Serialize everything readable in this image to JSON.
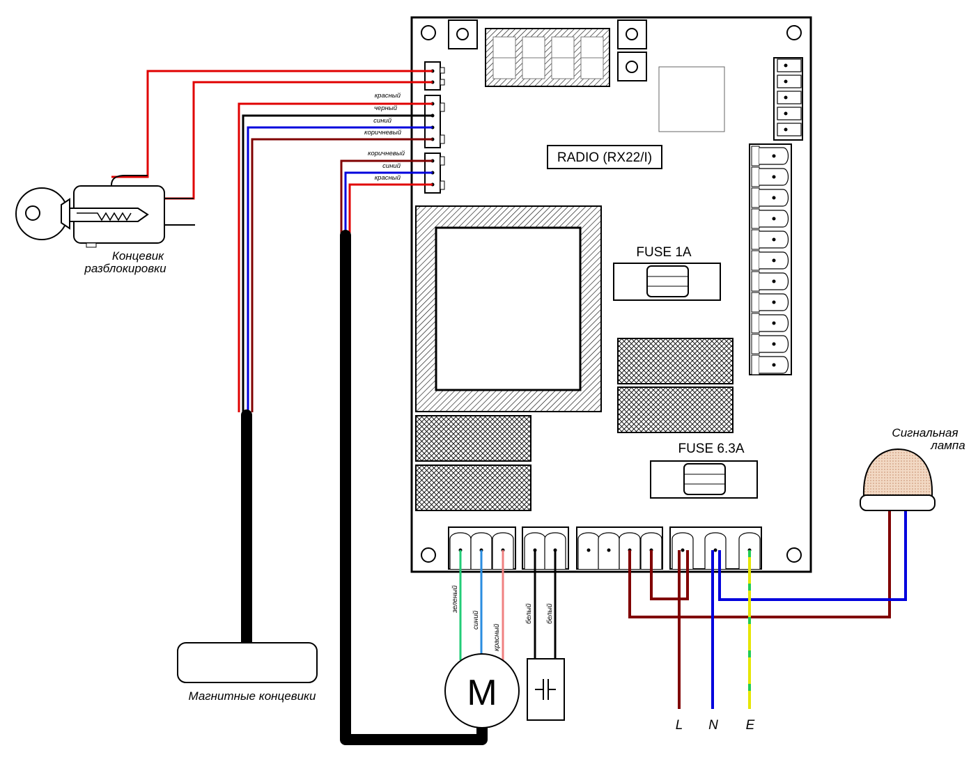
{
  "board": {
    "radio_label": "RADIO (RX22/I)",
    "fuse1_label": "FUSE 1A",
    "fuse2_label": "FUSE 6.3A"
  },
  "unlock_switch": {
    "label_line1": "Концевик",
    "label_line2": "разблокировки"
  },
  "limit_connector_wires": [
    "красный",
    "черный",
    "синий",
    "коричневый"
  ],
  "encoder_connector_wires": [
    "коричневый",
    "синий",
    "красный"
  ],
  "magnetic_limit": {
    "label": "Магнитные концевики"
  },
  "motor": {
    "symbol": "M",
    "wires": [
      "зеленый",
      "синий",
      "красный"
    ]
  },
  "capacitor": {
    "wires": [
      "белый",
      "белый"
    ]
  },
  "mains": {
    "L": "L",
    "N": "N",
    "E": "E"
  },
  "lamp": {
    "label_line1": "Сигнальная",
    "label_line2": "лампа"
  },
  "colors": {
    "red": "#e00000",
    "black": "#000000",
    "blue": "#0000dd",
    "brown": "#800000",
    "green": "#22cc77",
    "lightblue": "#2a8de0",
    "pink": "#f08080",
    "yellow": "#e6e600"
  }
}
